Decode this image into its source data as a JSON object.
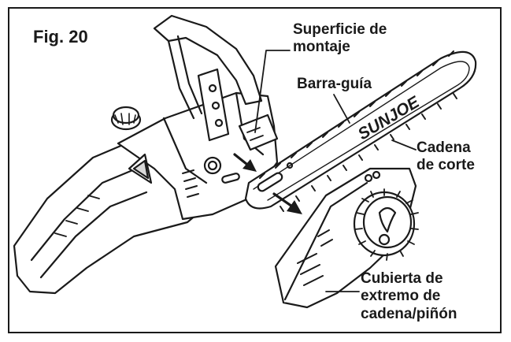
{
  "figure": {
    "label": "Fig. 20"
  },
  "callouts": {
    "mounting_surface": [
      "Superficie de",
      "montaje"
    ],
    "guide_bar": [
      "Barra-guía"
    ],
    "cutting_chain": [
      "Cadena",
      "de corte"
    ],
    "sprocket_cover": [
      "Cubierta de",
      "extremo de",
      "cadena/piñón"
    ]
  },
  "brand_mark": "SUNJOE",
  "colors": {
    "line": "#1a1a1a",
    "background": "#ffffff",
    "shade": "#d9d9d9"
  }
}
